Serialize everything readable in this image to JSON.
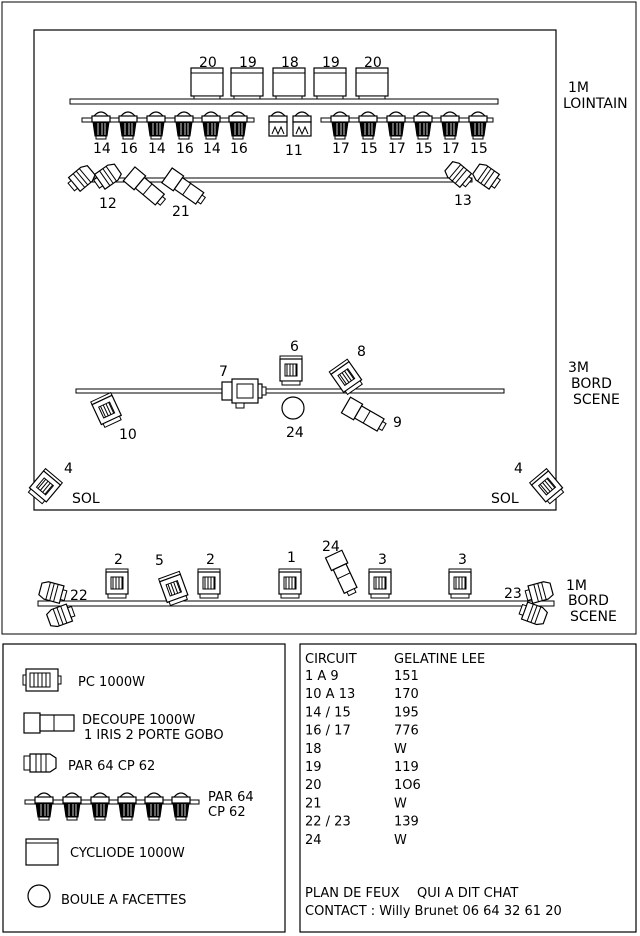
{
  "side_labels": {
    "lointain_1": "1M",
    "lointain_2": "LOINTAIN",
    "mid_1": "3M",
    "mid_2": "BORD",
    "mid_3": "SCENE",
    "front_1": "1M",
    "front_2": "BORD",
    "front_3": "SCENE"
  },
  "sol_left": "SOL",
  "sol_right": "SOL",
  "numbers": {
    "cyc_1": "20",
    "cyc_2": "19",
    "cyc_3": "18",
    "cyc_4": "19",
    "cyc_5": "20",
    "par_1": "14",
    "par_2": "16",
    "par_3": "14",
    "par_4": "16",
    "par_5": "14",
    "par_6": "16",
    "par_mid": "11",
    "par_7": "17",
    "par_8": "15",
    "par_9": "17",
    "par_10": "15",
    "par_11": "17",
    "par_12": "15",
    "n12": "12",
    "n21": "21",
    "n13": "13",
    "n6": "6",
    "n7": "7",
    "n8": "8",
    "n9": "9",
    "n10": "10",
    "n24": "24",
    "n4l": "4",
    "n4r": "4",
    "f2a": "2",
    "f5": "5",
    "f2b": "2",
    "f1": "1",
    "f24": "24",
    "f3a": "3",
    "f3b": "3",
    "f22": "22",
    "f23": "23"
  },
  "legend": {
    "pc": "PC 1000W",
    "decoupe_1": "DECOUPE 1000W",
    "decoupe_2": "1 IRIS   2 PORTE GOBO",
    "par": "PAR 64   CP 62",
    "parbar_1": "PAR 64",
    "parbar_2": "CP 62",
    "cyc": "CYCLIODE 1000W",
    "boule": "BOULE A FACETTES"
  },
  "table": {
    "header_circuit": "CIRCUIT",
    "header_gel": "GELATINE LEE",
    "rows": [
      {
        "circuit": "1 A 9",
        "gel": "151"
      },
      {
        "circuit": "10 A 13",
        "gel": "170"
      },
      {
        "circuit": "14 / 15",
        "gel": "195"
      },
      {
        "circuit": "16 / 17",
        "gel": "776"
      },
      {
        "circuit": "18",
        "gel": "W"
      },
      {
        "circuit": "19",
        "gel": "119"
      },
      {
        "circuit": "20",
        "gel": "1O6"
      },
      {
        "circuit": "21",
        "gel": "W"
      },
      {
        "circuit": "22 / 23",
        "gel": "139"
      },
      {
        "circuit": "24",
        "gel": "W"
      }
    ],
    "plan_label": "PLAN DE FEUX",
    "plan_name": "QUI A DIT CHAT",
    "contact": "CONTACT : Willy Brunet 06 64 32 61 20"
  }
}
